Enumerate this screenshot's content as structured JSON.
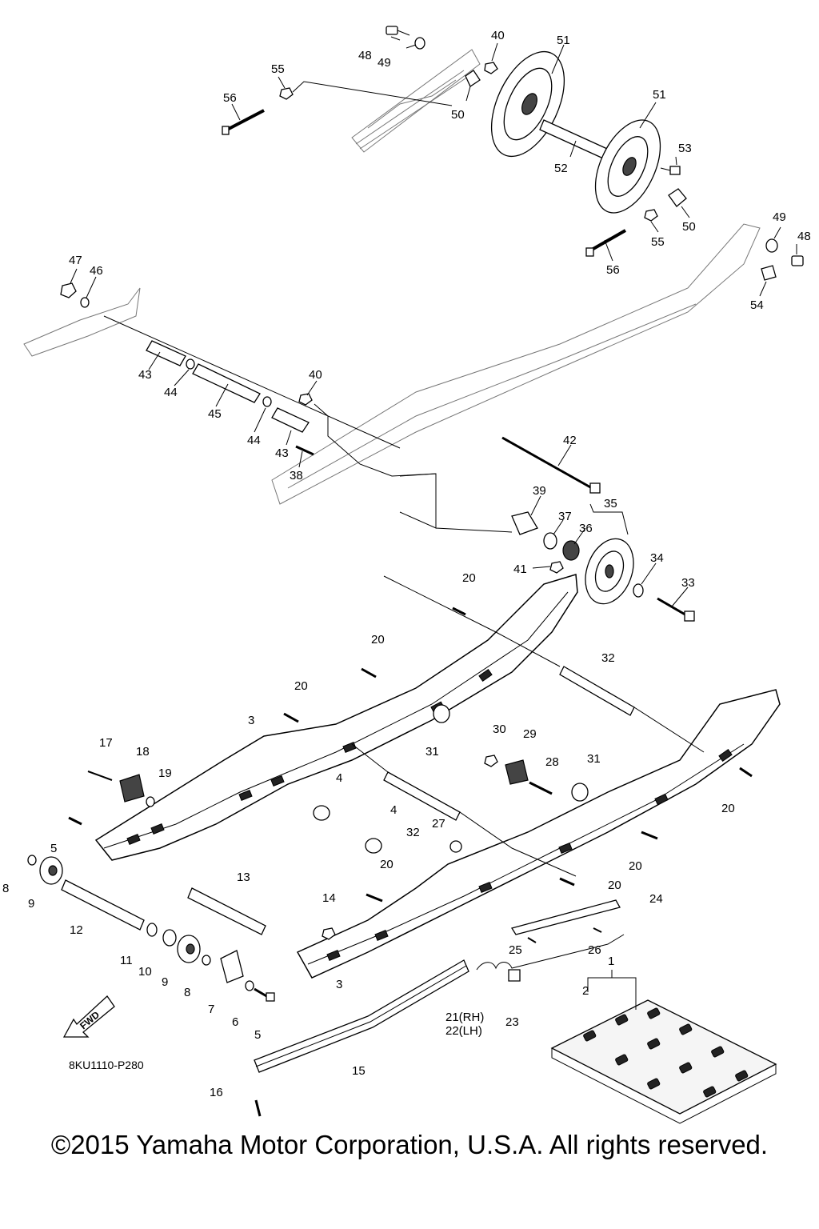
{
  "diagram": {
    "drawing_code": "8KU1110-P280",
    "fwd_label": "FWD",
    "copyright": "©2015 Yamaha Motor Corporation, U.S.A. All rights reserved.",
    "callouts": [
      "48",
      "49",
      "40",
      "51",
      "55",
      "56",
      "50",
      "51",
      "53",
      "52",
      "50",
      "49",
      "48",
      "55",
      "56",
      "54",
      "47",
      "46",
      "43",
      "44",
      "45",
      "44",
      "43",
      "40",
      "38",
      "42",
      "39",
      "37",
      "36",
      "35",
      "41",
      "34",
      "33",
      "20",
      "20",
      "32",
      "20",
      "3",
      "31",
      "30",
      "29",
      "28",
      "31",
      "17",
      "18",
      "19",
      "4",
      "20",
      "5",
      "4",
      "32",
      "27",
      "8",
      "9",
      "20",
      "20",
      "13",
      "12",
      "14",
      "20",
      "24",
      "11",
      "10",
      "9",
      "8",
      "7",
      "6",
      "5",
      "3",
      "25",
      "26",
      "1",
      "2",
      "21(RH)",
      "22(LH)",
      "23",
      "15",
      "16"
    ]
  }
}
